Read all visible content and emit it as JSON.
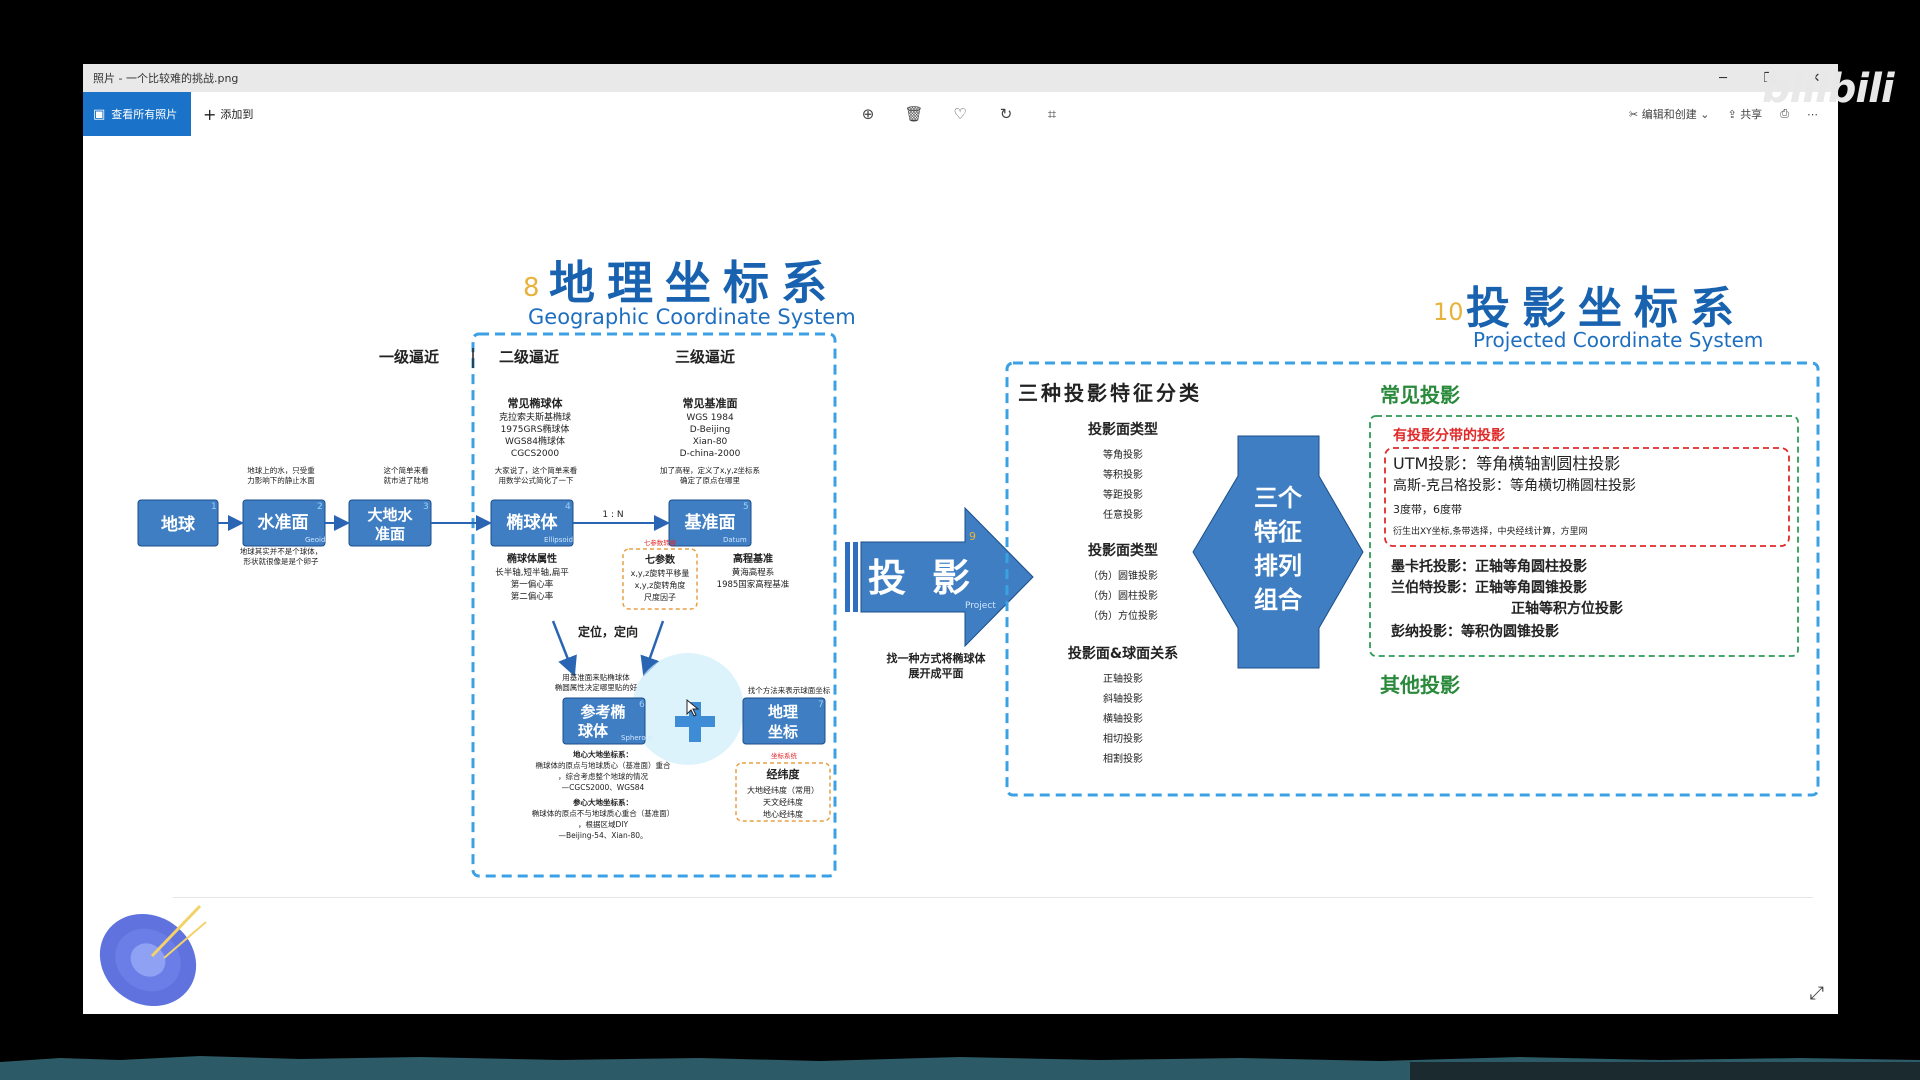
{
  "window": {
    "title": "照片 - 一个比较难的挑战.png",
    "controls": {
      "minimize": "─",
      "restore": "❐",
      "close": "✕"
    }
  },
  "toolbar": {
    "view_all": "查看所有照片",
    "add_to": "添加到",
    "edit_create": "编辑和创建",
    "share": "共享"
  },
  "diagram": {
    "geo": {
      "num": "8",
      "title": "地理坐标系",
      "subtitle": "Geographic Coordinate System",
      "levels": [
        "一级逼近",
        "二级逼近",
        "三级逼近"
      ],
      "nodes": {
        "earth": {
          "label": "地球",
          "num": "1"
        },
        "geoid": {
          "label": "水准面",
          "sub": "Geoid",
          "num": "2"
        },
        "geodetic": {
          "label1": "大地水",
          "label2": "准面",
          "num": "3"
        },
        "ellipsoid": {
          "label": "椭球体",
          "sub": "Ellipsoid",
          "num": "4"
        },
        "datum": {
          "label": "基准面",
          "sub": "Datum",
          "num": "5"
        },
        "ref": {
          "label1": "参考椭",
          "label2": "球体",
          "sub": "Spheroid",
          "num": "6"
        },
        "geocoord": {
          "label1": "地理",
          "label2": "坐标",
          "num": "7"
        }
      },
      "ratio": "1 : N",
      "notes": {
        "earth_geoid": [
          "地球上的水，只受重",
          "力影响下的静止水面"
        ],
        "geoid_geodetic": [
          "这个简单来看",
          "就市进了陆地"
        ],
        "geoid_below": [
          "地球其实并不是个球体，",
          "形状就很像是是个卵子"
        ],
        "ellipsoid_above": [
          "大家说了，这个简单来看",
          "用数学公式简化了一下"
        ],
        "datum_above": [
          "加了高程，定义了x,y,z坐标系",
          "确定了原点在哪里"
        ],
        "common_ellipsoid": [
          "常见椭球体",
          "克拉索夫斯基椭球",
          "1975GRS椭球体",
          "WGS84椭球体",
          "CGCS2000"
        ],
        "common_datum": [
          "常见基准面",
          "WGS 1984",
          "D-Beijing",
          "Xian-80",
          "D-china-2000"
        ],
        "ellipsoid_attr": [
          "椭球体属性",
          "长半轴,短半轴,扁平",
          "第一偏心率",
          "第二偏心率"
        ],
        "seven_params": [
          "七参数",
          "x,y,z旋转平移量",
          "x,y,z旋转角度",
          "尺度因子"
        ],
        "seven_params_tag": "七参数转换",
        "elevation": [
          "高程基准",
          "黄海高程系",
          "1985国家高程基准"
        ],
        "locate": "定位，定向",
        "ref_above": [
          "用基准面来贴椭球体",
          "椭圆属性决定哪里贴的好"
        ],
        "geocoord_above": "找个方法来表示球面坐标",
        "geocoord_tag": "坐标系统",
        "latlon": [
          "经纬度",
          "大地经纬度（常用）",
          "天文经纬度",
          "地心经纬度"
        ],
        "ref_below": [
          "地心大地坐标系：",
          "椭球体的原点与地球质心（基准面）重合",
          "，综合考虑整个地球的情况",
          "—CGCS2000、WGS84",
          "参心大地坐标系：",
          "椭球体的原点不与地球质心重合（基准面）",
          "，根据区域DIY",
          "—Beijing-54、Xian-80。"
        ]
      }
    },
    "projection": {
      "label": "投影",
      "sub": "Project",
      "num": "9",
      "desc": [
        "找一种方式将椭球体",
        "展开成平面"
      ]
    },
    "pcs": {
      "num": "10",
      "title": "投影坐标系",
      "subtitle": "Projected Coordinate System",
      "three_title": "三种投影特征分类",
      "groups": [
        {
          "title": "投影面类型",
          "items": [
            "等角投影",
            "等积投影",
            "等距投影",
            "任意投影"
          ]
        },
        {
          "title": "投影面类型",
          "items": [
            "（伪）圆锥投影",
            "（伪）圆柱投影",
            "（伪）方位投影"
          ]
        },
        {
          "title": "投影面&球面关系",
          "items": [
            "正轴投影",
            "斜轴投影",
            "横轴投影",
            "相切投影",
            "相割投影"
          ]
        }
      ],
      "hex": [
        "三个",
        "特征",
        "排列",
        "组合"
      ],
      "common_title": "常见投影",
      "band_title": "有投影分带的投影",
      "band_items": [
        "UTM投影：等角横轴割圆柱投影",
        "高斯-克吕格投影：等角横切椭圆柱投影",
        "3度带，6度带",
        "衍生出XY坐标,条带选择，中央经线计算，方里网"
      ],
      "other_items": [
        "墨卡托投影：正轴等角圆柱投影",
        "兰伯特投影：正轴等角圆锥投影",
        "正轴等积方位投影",
        "彭纳投影：等积伪圆锥投影"
      ],
      "others_title": "其他投影"
    }
  },
  "watermark": "bilibili",
  "colors": {
    "accent": "#1a73c9",
    "node": "#3f7ec2",
    "dash_blue": "#3ba0e4",
    "dash_green": "#2d9a55",
    "red": "#e02a2a",
    "orange": "#e7a046",
    "num_yellow": "#e8b33c",
    "title_blue": "#1862b0",
    "green_text": "#2a8a3c"
  }
}
